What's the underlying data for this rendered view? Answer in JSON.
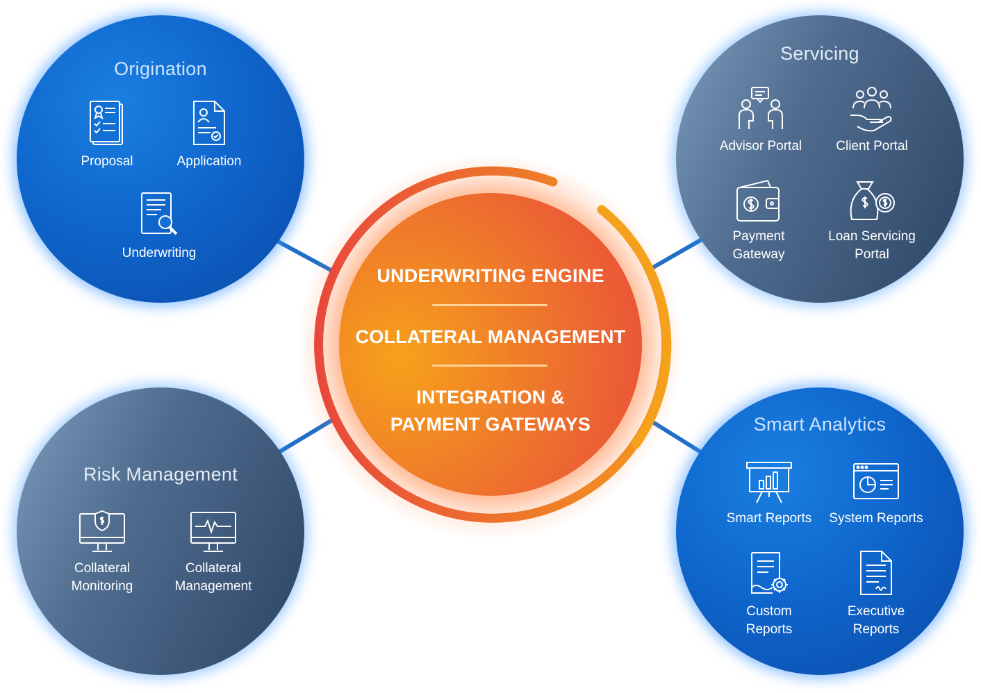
{
  "center": {
    "line1": "UNDERWRITING ENGINE",
    "line2": "COLLATERAL MANAGEMENT",
    "line3a": "INTEGRATION &",
    "line3b": "PAYMENT GATEWAYS"
  },
  "origination": {
    "title": "Origination",
    "items": [
      {
        "label": "Proposal",
        "icon": "proposal-document-icon"
      },
      {
        "label": "Application",
        "icon": "application-form-icon"
      },
      {
        "label": "Underwriting",
        "icon": "underwriting-search-icon"
      }
    ]
  },
  "servicing": {
    "title": "Servicing",
    "items": [
      {
        "label": "Advisor Portal",
        "icon": "advisor-chat-icon"
      },
      {
        "label": "Client Portal",
        "icon": "client-group-icon"
      },
      {
        "label1": "Payment",
        "label2": "Gateway",
        "icon": "wallet-icon"
      },
      {
        "label1": "Loan Servicing",
        "label2": "Portal",
        "icon": "money-bag-icon"
      }
    ]
  },
  "risk": {
    "title": "Risk Management",
    "items": [
      {
        "label1": "Collateral",
        "label2": "Monitoring",
        "icon": "monitor-shield-icon"
      },
      {
        "label1": "Collateral",
        "label2": "Management",
        "icon": "monitor-pulse-icon"
      }
    ]
  },
  "analytics": {
    "title": "Smart Analytics",
    "items": [
      {
        "label": "Smart Reports",
        "icon": "presentation-chart-icon"
      },
      {
        "label": "System Reports",
        "icon": "browser-pie-icon"
      },
      {
        "label1": "Custom",
        "label2": "Reports",
        "icon": "document-gear-icon"
      },
      {
        "label1": "Executive",
        "label2": "Reports",
        "icon": "document-signature-icon"
      }
    ]
  },
  "colors": {
    "blue_circle": "#0f66cc",
    "slate_circle": "#4f6c8f",
    "core_orange": "#f7a21b",
    "core_red": "#e8483c",
    "connector": "#1f6fc9"
  }
}
